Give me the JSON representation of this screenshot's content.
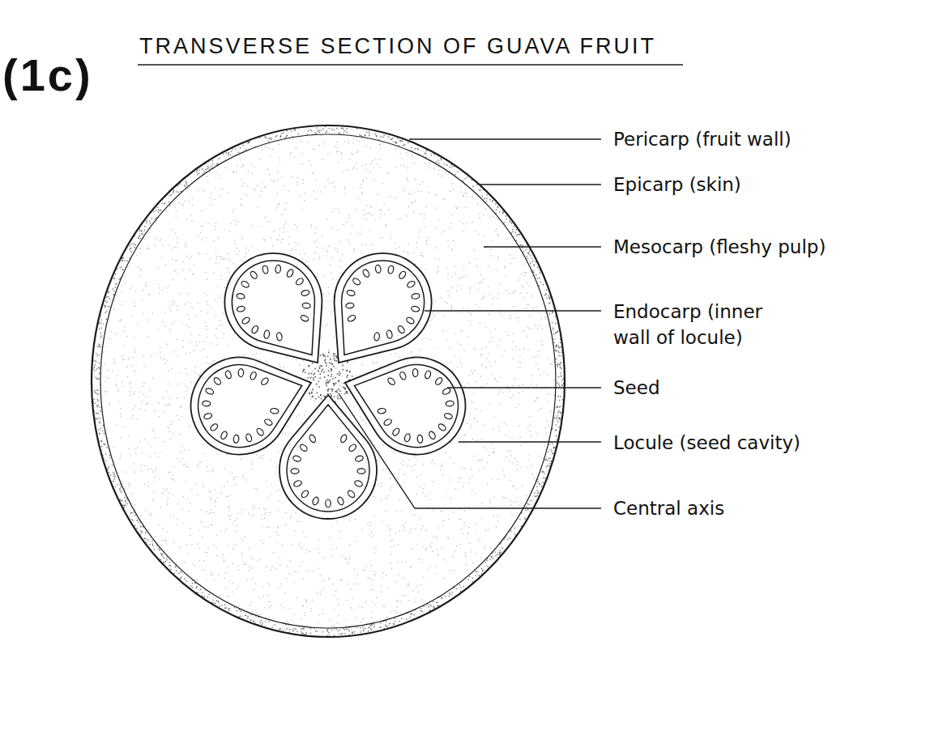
{
  "diagram": {
    "title": "TRANSVERSE SECTION OF GUAVA FRUIT",
    "labels": [
      "(1c)",
      "Pericarp (fruit wall)",
      "Epicarp (skin)",
      "Mesocarp (fleshy pulp)",
      "Endocarp (inner wall of locule)",
      "Seed",
      "Locule (seed cavity)",
      "Central axis"
    ]
  }
}
